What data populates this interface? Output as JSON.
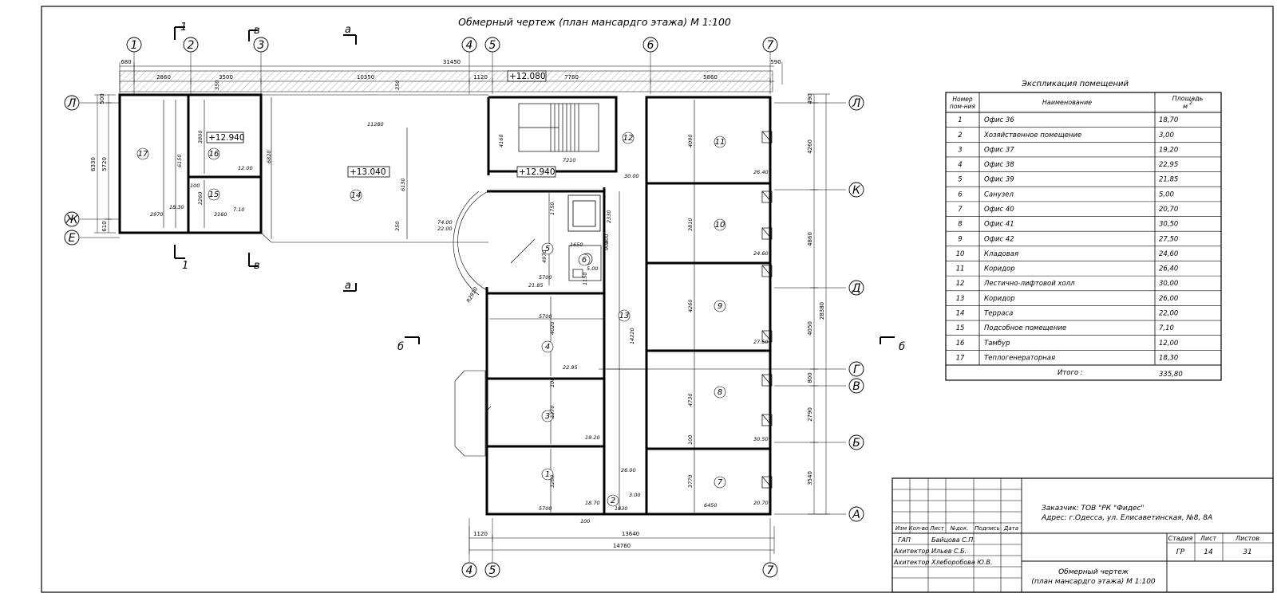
{
  "title": "Обмерный чертеж (план мансардго этажа)   М 1:100",
  "grid_axes": {
    "vertical": [
      "1",
      "2",
      "3",
      "4",
      "5",
      "6",
      "7",
      "4",
      "5",
      "7"
    ],
    "horizontal": [
      "Л",
      "Ж",
      "Е",
      "Л",
      "К",
      "Д",
      "Г",
      "В",
      "Б",
      "А"
    ]
  },
  "section_marks": [
    "1",
    "1",
    "в",
    "в",
    "а",
    "а",
    "б",
    "б"
  ],
  "elevations": [
    "+12.080",
    "+12.940",
    "+13.040",
    "+12.940"
  ],
  "dimensions": {
    "top": [
      "680",
      "2860",
      "3500",
      "10350",
      "1120",
      "7780",
      "5860",
      "590",
      "31450"
    ],
    "plan_internal": [
      "11280",
      "6820",
      "6130",
      "350",
      "350",
      "350",
      "3800",
      "6150",
      "12.00",
      "100",
      "2260",
      "2970",
      "18.30",
      "3160",
      "7.10",
      "74.00",
      "22.00",
      "4160",
      "7210",
      "30.00",
      "1750",
      "2330",
      "4970",
      "1650",
      "900",
      "5.00",
      "800",
      "1150",
      "5700",
      "21.85",
      "5700",
      "4020",
      "22.95",
      "100",
      "3370",
      "19.20",
      "3280",
      "18.70",
      "5700",
      "1830",
      "3.00",
      "26.00",
      "100",
      "14220",
      "4090",
      "26.40",
      "3810",
      "24.60",
      "4260",
      "27.50",
      "4730",
      "30.50",
      "100",
      "3770",
      "6450",
      "20.70"
    ],
    "left": [
      "500",
      "6330",
      "5720",
      "610"
    ],
    "right": [
      "490",
      "4260",
      "4860",
      "4050",
      "28380",
      "800",
      "2790",
      "3540"
    ],
    "bottom": [
      "1120",
      "13640",
      "14760"
    ],
    "other": [
      "R2910"
    ]
  },
  "rooms": [
    "1",
    "2",
    "3",
    "4",
    "5",
    "6",
    "7",
    "8",
    "9",
    "10",
    "11",
    "12",
    "13",
    "14",
    "15",
    "16",
    "17"
  ],
  "explication": {
    "title": "Экспликация помещений",
    "headers": [
      "Номер пом-ния",
      "Наименование",
      "Площадь м"
    ],
    "area_unit_sup": "2",
    "rows": [
      [
        "1",
        "Офис 36",
        "18,70"
      ],
      [
        "2",
        "Хозяйственное помещение",
        "3,00"
      ],
      [
        "3",
        "Офис 37",
        "19,20"
      ],
      [
        "4",
        "Офис 38",
        "22,95"
      ],
      [
        "5",
        "Офис 39",
        "21,85"
      ],
      [
        "6",
        "Санузел",
        "5,00"
      ],
      [
        "7",
        "Офис 40",
        "20,70"
      ],
      [
        "8",
        "Офис 41",
        "30,50"
      ],
      [
        "9",
        "Офис 42",
        "27,50"
      ],
      [
        "10",
        "Кладовая",
        "24,60"
      ],
      [
        "11",
        "Коридор",
        "26,40"
      ],
      [
        "12",
        "Лестично-лифтовой холл",
        "30,00"
      ],
      [
        "13",
        "Коридор",
        "26,00"
      ],
      [
        "14",
        "Терраса",
        "22,00"
      ],
      [
        "15",
        "Подсобное помещение",
        "7,10"
      ],
      [
        "16",
        "Тамбур",
        "12,00"
      ],
      [
        "17",
        "Теплогенераторная",
        "18,30"
      ]
    ],
    "total_label": "Итого :",
    "total_value": "335,80"
  },
  "title_block": {
    "customer": "Заказчик:  ТОВ \"РК \"Фидес\"",
    "address": "Адрес:  г.Одесса, ул. Елисаветинская, №8, 8А",
    "col_headers": [
      "Изм",
      "Кол-во",
      "Лист",
      "№док.",
      "Подпись",
      "Дата"
    ],
    "people": [
      [
        "ГАП",
        "Байцова С.П."
      ],
      [
        "Ахитектор",
        "Ильев С.Б."
      ],
      [
        "Ахитектор",
        "Хлеборобова Ю.В."
      ]
    ],
    "stage_headers": [
      "Стадия",
      "Лист",
      "Листов"
    ],
    "stage_values": [
      "ГР",
      "14",
      "31"
    ],
    "drawing_name_1": "Обмерный чертеж",
    "drawing_name_2": "(план мансардго этажа) М 1:100"
  }
}
